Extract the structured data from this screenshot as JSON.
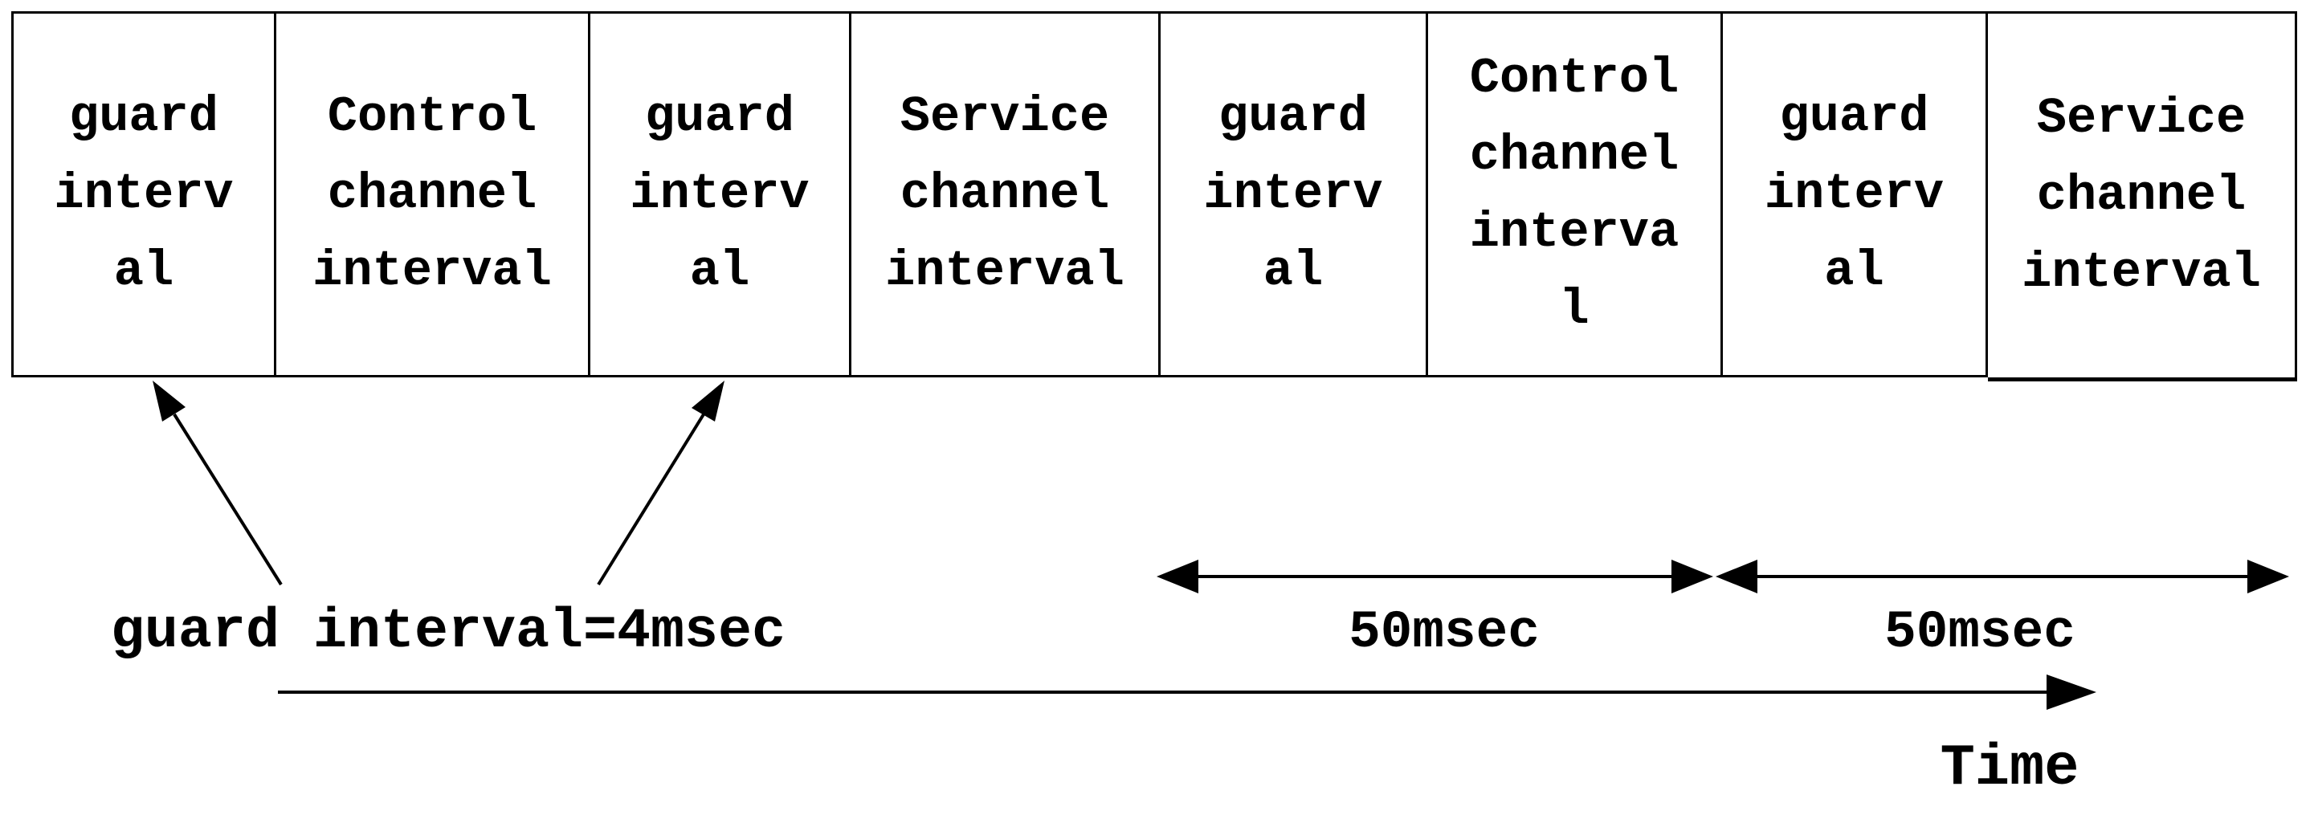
{
  "diagram": {
    "boxes": [
      {
        "label": "guard\ninterv\nal"
      },
      {
        "label": "Control\nchannel\ninterval"
      },
      {
        "label": "guard\ninterv\nal"
      },
      {
        "label": "Service\nchannel\ninterval"
      },
      {
        "label": "guard\ninterv\nal"
      },
      {
        "label": "Control\nchannel\ninterva\nl"
      },
      {
        "label": "guard\ninterv\nal"
      },
      {
        "label": "Service\nchannel\ninterval"
      }
    ],
    "annotations": {
      "guard_note": "guard interval=4msec",
      "span1_label": "50msec",
      "span2_label": "50msec",
      "time_label": "Time"
    },
    "colors": {
      "line": "#000000",
      "background": "#ffffff"
    }
  }
}
